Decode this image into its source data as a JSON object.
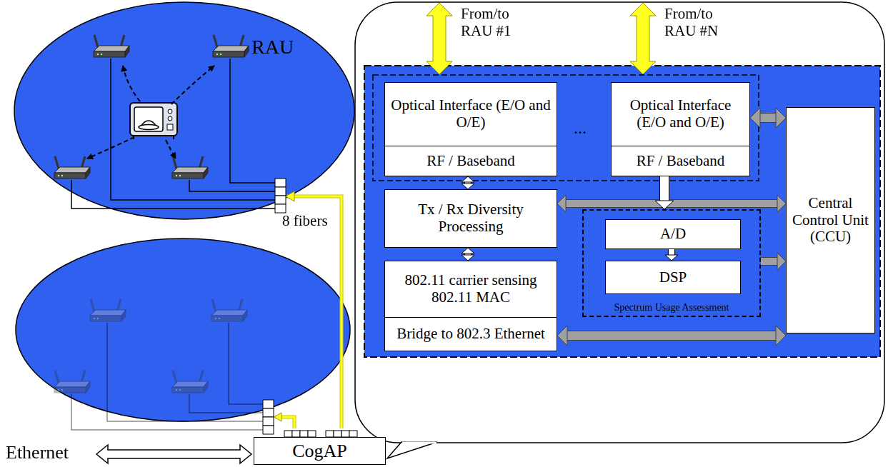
{
  "diagram": {
    "nodes": [
      {
        "text": [
          "Optical Interface (E/O and O/E)",
          "RF / Baseband"
        ]
      },
      {
        "text": [
          "Optical Interface (E/O and O/E)",
          "RF / Baseband"
        ]
      },
      {
        "text": [
          "Central Control Unit (CCU)"
        ]
      },
      {
        "text": [
          "Tx / Rx Diversity Processing"
        ]
      },
      {
        "text": [
          "Spectrum Usage Assessment"
        ]
      },
      {
        "text": [
          "A/D"
        ],
        "in": 4
      },
      {
        "text": [
          "DSP"
        ],
        "in": 4
      },
      {
        "text": [
          "802.11 carrier sensing 802.11 MAC",
          "Bridge to 802.3 Ethernet"
        ]
      },
      {
        "text": [
          "CogAP"
        ]
      }
    ],
    "edges": [
      {
        "from": 0,
        "to": 3,
        "arrow": "both"
      },
      {
        "from": 3,
        "to": 7,
        "arrow": "both"
      },
      {
        "from": 1,
        "to": 2,
        "arrow": "both"
      },
      {
        "from": 3,
        "to": 2,
        "arrow": "both"
      },
      {
        "from": 1,
        "to": 4,
        "arrow": "to"
      },
      {
        "from": 5,
        "to": 6,
        "arrow": "to"
      },
      {
        "from": 4,
        "to": 2,
        "arrow": "to"
      },
      {
        "from": 7,
        "to": 2,
        "arrow": "both"
      }
    ],
    "labels": [
      "RAU",
      "8 fibers",
      "From/to RAU #1",
      "From/to RAU #N",
      "...",
      "Ethernet"
    ]
  }
}
